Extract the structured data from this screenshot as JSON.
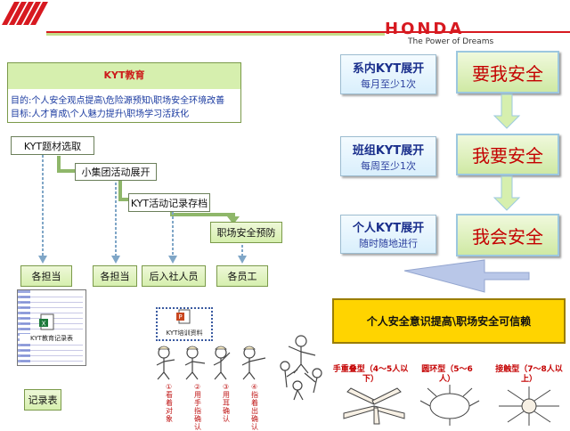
{
  "header": {
    "brand": "HONDA",
    "tagline": "The Power of Dreams",
    "colors": {
      "accent_red": "#d71920",
      "stripe_green": "#c5dd8a"
    }
  },
  "panel": {
    "title": "KYT教育",
    "purpose": "目的:个人安全观点提高\\危险源预知\\职场安全环境改善",
    "goal": "目标:人才育成\\个人魅力提升\\职场学习活跃化"
  },
  "flow": {
    "steps": [
      "KYT题材选取",
      "小集团活动展开",
      "KYT活动记录存档",
      "职场安全预防"
    ],
    "roles": [
      "各担当",
      "各担当",
      "后入社人员",
      "各员工"
    ],
    "doc_record": "KYT教育记录表",
    "doc_training": "KYT培训资料",
    "record_label": "记录表",
    "hand_steps": [
      "①看着对象",
      "②用手指确认",
      "③用耳确认",
      "④指着出确认"
    ]
  },
  "right": {
    "levels": [
      {
        "title": "系内KYT展开",
        "freq": "每月至少1次",
        "goal": "要我安全"
      },
      {
        "title": "班组KYT展开",
        "freq": "每周至少1次",
        "goal": "我要安全"
      },
      {
        "title": "个人KYT展开",
        "freq": "随时随地进行",
        "goal": "我会安全"
      }
    ],
    "summary": "个人安全意识提高\\职场安全可信赖",
    "types": [
      "手重叠型（4～5人以下）",
      "圆环型（5～6人）",
      "接触型（7～8人以上）"
    ]
  }
}
